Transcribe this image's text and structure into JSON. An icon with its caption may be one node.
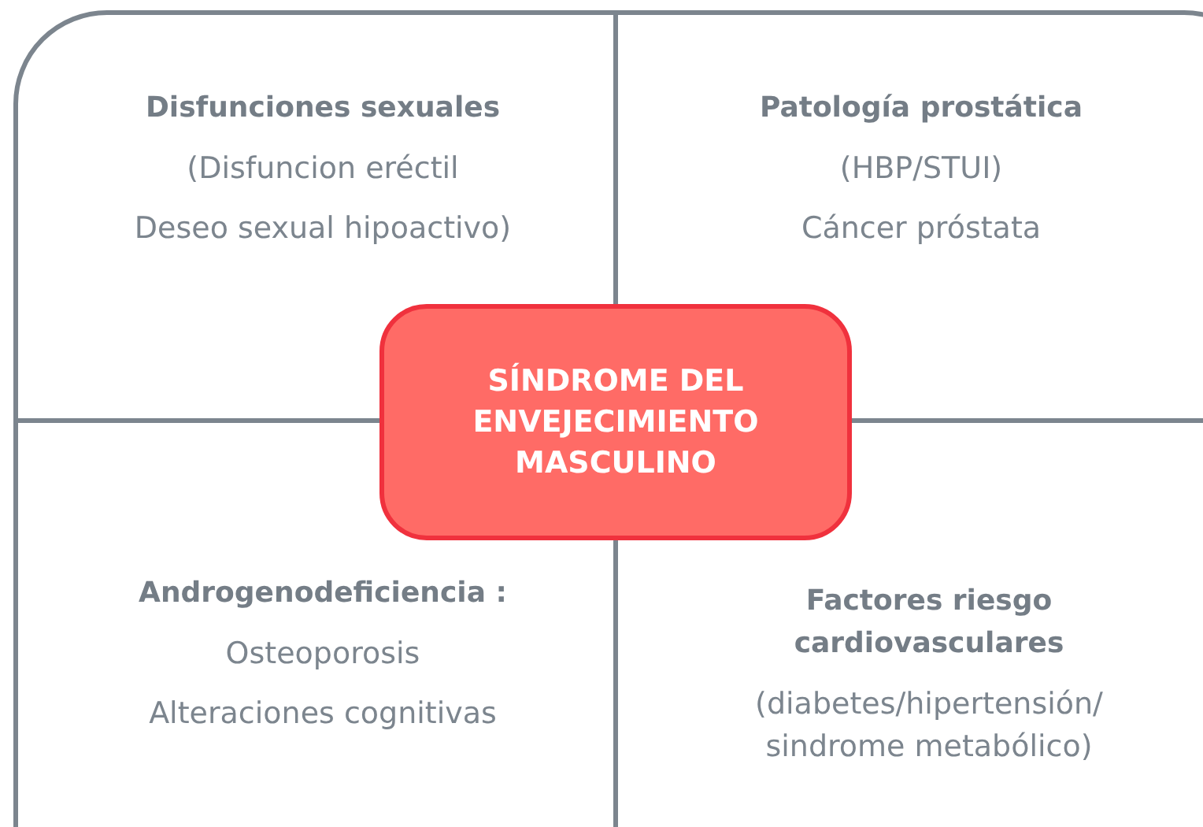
{
  "diagram": {
    "nodes": [
      {
        "text": [
          "Disfunciones sexuales",
          "(Disfuncion eréctil",
          "Deseo sexual hipoactivo)"
        ]
      },
      {
        "text": [
          "Patología prostática",
          "(HBP/STUI)",
          "Cáncer próstata"
        ]
      },
      {
        "text": [
          "SÍNDROME DEL ENVEJECIMIENTO MASCULINO"
        ]
      },
      {
        "text": [
          "Androgenodeficiencia :",
          "Osteoporosis",
          "Alteraciones cognitivas"
        ]
      },
      {
        "text": [
          "Factores riesgo cardiovasculares",
          "(diabetes/hipertensión/ sindrome metabólico)"
        ]
      }
    ],
    "edges": []
  }
}
